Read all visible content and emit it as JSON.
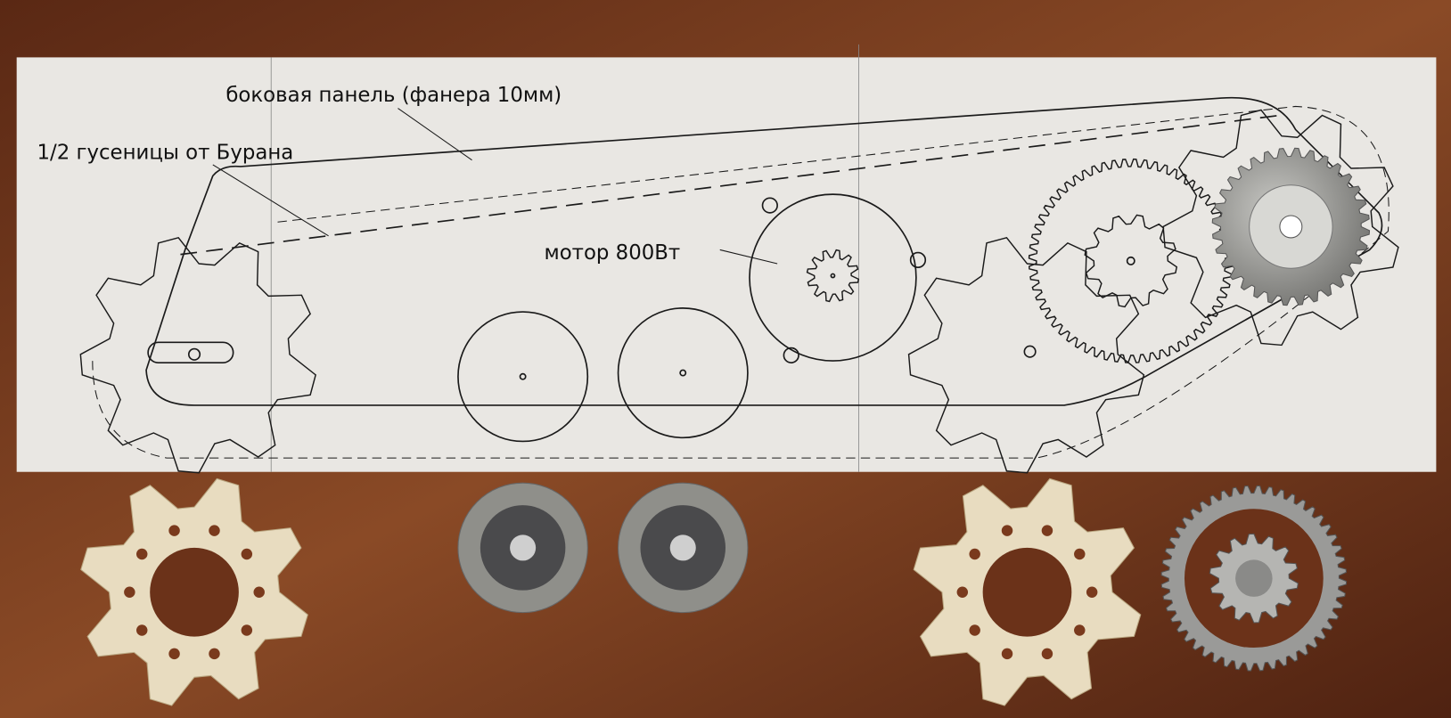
{
  "annotations": {
    "side_panel": "боковая панель (фанера 10мм)",
    "half_track": "1/2 гусеницы от Бурана",
    "motor": "мотор 800Вт"
  },
  "colors": {
    "wood_dark": "#4a1f10",
    "wood_light": "#8a4a26",
    "paper": "#e9e7e3",
    "ink": "#1a1a1a",
    "nylon": "#e8dcc0",
    "metal": "#9a9a98",
    "wheel": "#8f8f8a"
  }
}
